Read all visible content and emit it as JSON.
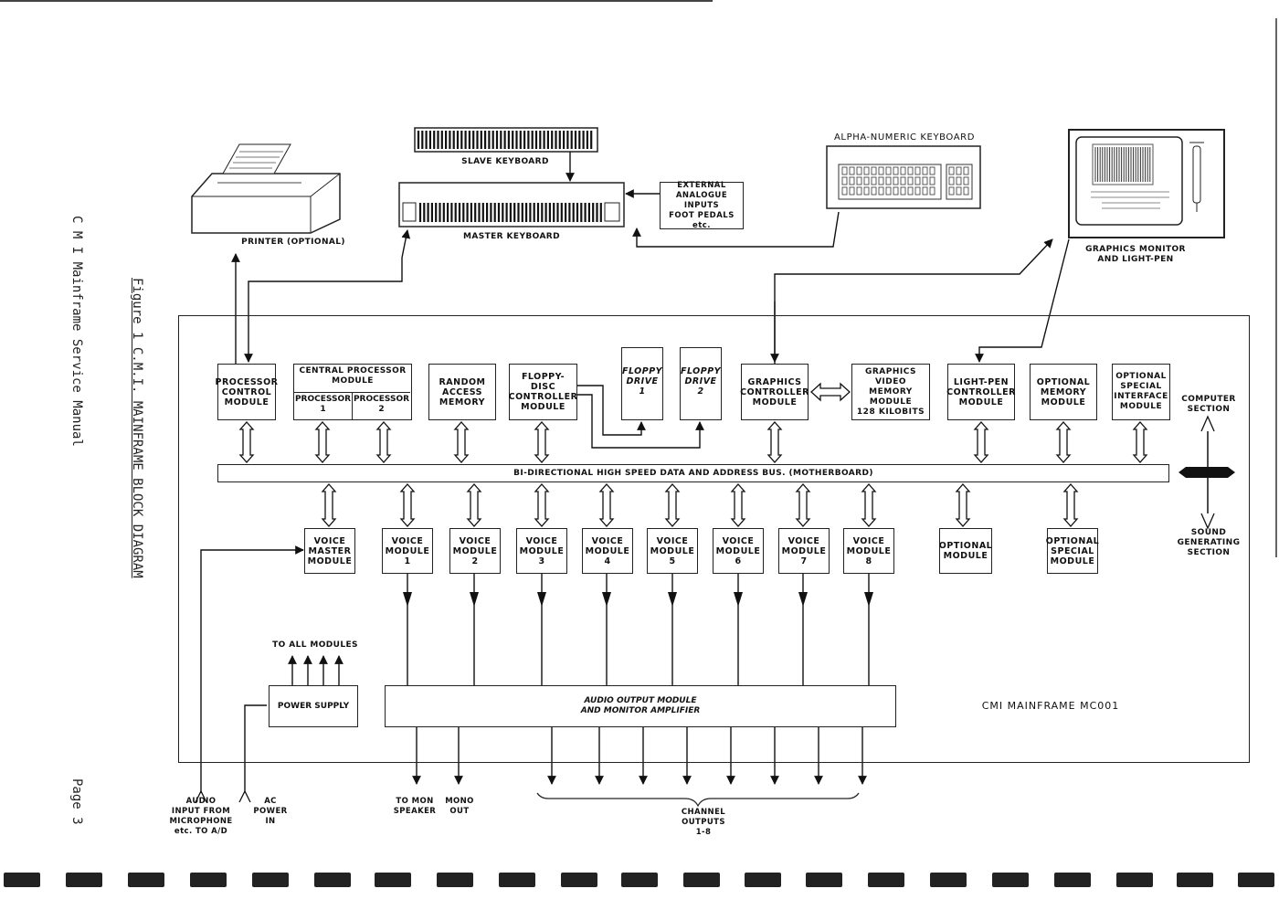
{
  "margin": {
    "manual_title": "C M I Mainframe Service Manual",
    "figure_caption": "Figure 1  C.M.I. MAINFRAME BLOCK DIAGRAM",
    "page_label": "Page 3"
  },
  "peripherals": {
    "slave_keyboard": "SLAVE KEYBOARD",
    "master_keyboard": "MASTER KEYBOARD",
    "printer": "PRINTER (OPTIONAL)",
    "external_inputs": "EXTERNAL\nANALOGUE\nINPUTS\nFOOT PEDALS etc.",
    "alpha_keyboard": "ALPHA-NUMERIC KEYBOARD",
    "graphics_monitor": "GRAPHICS MONITOR\nAND LIGHT-PEN"
  },
  "computer_modules": {
    "processor_control": "PROCESSOR\nCONTROL\nMODULE",
    "central_processor": "CENTRAL PROCESSOR\nMODULE",
    "processor_1": "PROCESSOR\n1",
    "processor_2": "PROCESSOR\n2",
    "ram": "RANDOM\nACCESS\nMEMORY",
    "floppy_controller": "FLOPPY-\nDISC\nCONTROLLER\nMODULE",
    "floppy_1": "FLOPPY\nDRIVE\n1",
    "floppy_2": "FLOPPY\nDRIVE\n2",
    "graphics_controller": "GRAPHICS\nCONTROLLER\nMODULE",
    "video_memory": "GRAPHICS\nVIDEO MEMORY\nMODULE\n128 KILOBITS",
    "lightpen_controller": "LIGHT-PEN\nCONTROLLER\nMODULE",
    "optional_memory": "OPTIONAL\nMEMORY\nMODULE",
    "optional_interface": "OPTIONAL\nSPECIAL\nINTERFACE\nMODULE"
  },
  "bus_label": "BI-DIRECTIONAL HIGH SPEED DATA AND ADDRESS BUS. (MOTHERBOARD)",
  "sections": {
    "computer": "COMPUTER\nSECTION",
    "sound": "SOUND\nGENERATING\nSECTION"
  },
  "sound_modules": {
    "voice_master": "VOICE\nMASTER\nMODULE",
    "voices": [
      "VOICE\nMODULE\n1",
      "VOICE\nMODULE\n2",
      "VOICE\nMODULE\n3",
      "VOICE\nMODULE\n4",
      "VOICE\nMODULE\n5",
      "VOICE\nMODULE\n6",
      "VOICE\nMODULE\n7",
      "VOICE\nMODULE\n8"
    ],
    "optional_module": "OPTIONAL\nMODULE",
    "optional_special": "OPTIONAL\nSPECIAL\nMODULE"
  },
  "power": {
    "to_all_modules": "TO ALL MODULES",
    "power_supply": "POWER SUPPLY"
  },
  "audio_output": "AUDIO OUTPUT MODULE\nAND MONITOR AMPLIFIER",
  "mainframe_label": "CMI  MAINFRAME  MC001",
  "bottom_labels": {
    "audio_input": "AUDIO\nINPUT FROM\nMICROPHONE\netc. TO A/D",
    "ac_power": "AC\nPOWER\nIN",
    "to_mon": "TO MON\nSPEAKER",
    "mono_out": "MONO\nOUT",
    "channel_outputs": "CHANNEL\nOUTPUTS\n1-8"
  }
}
